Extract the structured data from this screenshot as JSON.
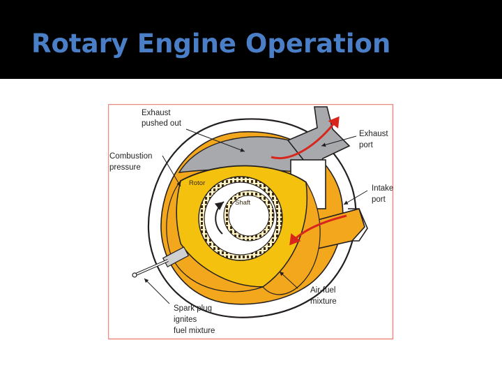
{
  "slide": {
    "title": "Rotary Engine Operation"
  },
  "diagram": {
    "labels": {
      "exhaust_pushed_out": [
        "Exhaust",
        "pushed out"
      ],
      "combustion_pressure": [
        "Combustion",
        "pressure"
      ],
      "rotor": "Rotor",
      "shaft": "Shaft",
      "exhaust_port": [
        "Exhaust",
        "port"
      ],
      "intake_port": [
        "Intake",
        "port"
      ],
      "air_fuel_mixture": [
        "Air-fuel",
        "mixture"
      ],
      "spark_plug": [
        "Spark plug",
        "ignites",
        "fuel mixture"
      ]
    },
    "colors": {
      "housing": "#ffffff",
      "exhaust_gas": "#a7a9ac",
      "rotor": "#f4c20e",
      "intake_charge": "#f3a71d",
      "flow_arrow": "#d9261c",
      "frame": "#f08a80",
      "outline": "#231f20"
    }
  }
}
